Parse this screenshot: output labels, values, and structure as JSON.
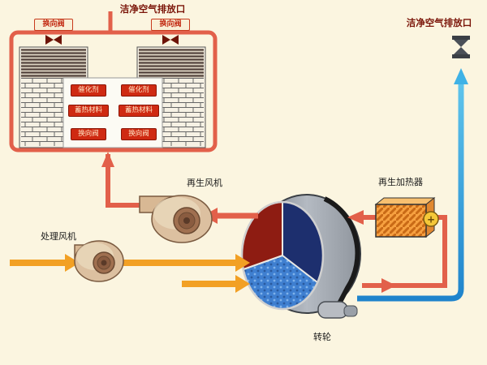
{
  "diagram": {
    "title_top_outlet": "洁净空气排放口",
    "title_right_outlet": "洁净空气排放口",
    "rto": {
      "valve_top_left": "换向阀",
      "valve_top_right": "换向阀",
      "catalyst_left": "催化剂",
      "catalyst_right": "催化剂",
      "heat_storage_left": "蓄热材料",
      "heat_storage_right": "蓄热材料",
      "valve_bottom_left": "换向阀",
      "valve_bottom_right": "换向阀"
    },
    "components": {
      "regen_fan": "再生风机",
      "process_fan": "处理风机",
      "regen_heater": "再生加热器",
      "rotor": "转轮",
      "heater_plus": "+"
    },
    "colors": {
      "background": "#fbf5e0",
      "hot_pipe": "#e2604a",
      "warm_pipe": "#f2a024",
      "clean_pipe": "#2ea3e2",
      "label_red": "#7a1408",
      "chip_red": "#cf2a12",
      "rotor_red": "#8e1c12",
      "rotor_navy": "#1d2f6e",
      "rotor_blue": "#3f7fd0"
    }
  }
}
